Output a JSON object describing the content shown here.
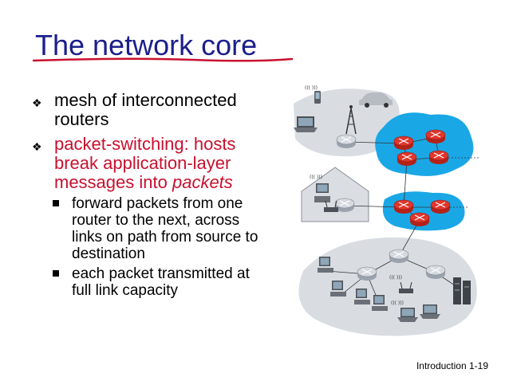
{
  "slide": {
    "title": "The network core",
    "bullets": [
      {
        "text": "mesh of interconnected routers"
      },
      {
        "text_plain": "packet-switching: hosts break application-layer messages into ",
        "text_emph": "packets"
      }
    ],
    "sub_bullets": [
      "forward packets from one router to the next, across links on path from source to destination",
      "each packet transmitted at full link capacity"
    ],
    "footer": "Introduction 1-19"
  },
  "colors": {
    "title": "#1b1f8a",
    "underline": "#c8102e",
    "highlight_text": "#c8102e",
    "network_core": "#1aa7e6",
    "router": "#e0362c",
    "edge_network": "#d9dde2"
  },
  "icons": [
    "diamond-bullet-icon",
    "square-bullet-icon",
    "router-icon",
    "laptop-icon",
    "phone-icon",
    "car-icon",
    "cell-tower-icon",
    "house-icon",
    "server-icon",
    "desktop-icon",
    "wireless-ap-icon"
  ]
}
